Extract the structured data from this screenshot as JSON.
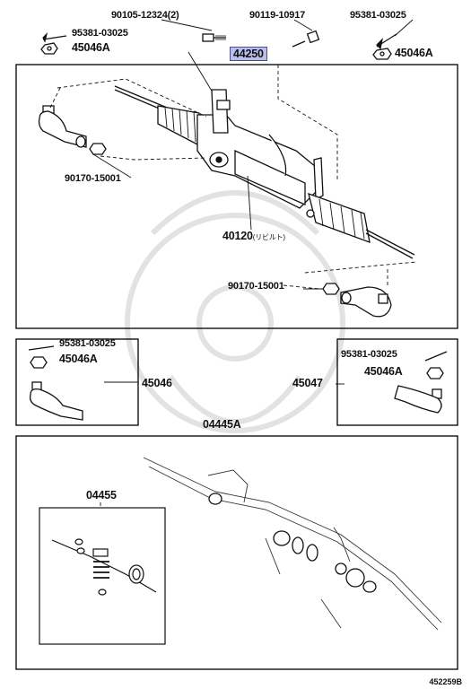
{
  "labels": {
    "bolt_a": "90105-12324(2)",
    "bolt_b": "90119-10917",
    "pin_top_left": "95381-03025",
    "pin_top_right": "95381-03025",
    "nut_top_left": "45046A",
    "nut_top_right": "45046A",
    "assembly": "44250",
    "nut_left": "90170-15001",
    "gear_main": "40120",
    "gear_main_note": "(リビルト)",
    "nut_right": "90170-15001",
    "box_left_pin": "95381-03025",
    "box_left_nut": "45046A",
    "box_left_part": "45046",
    "box_right_pin": "95381-03025",
    "box_right_nut": "45046A",
    "box_right_part": "45047",
    "kit": "04445A",
    "kit_inner": "04455",
    "figure_ref": "452259B"
  },
  "colors": {
    "line": "#111111",
    "highlight": "#b9bfe8",
    "watermark": "#dcdcdc"
  }
}
